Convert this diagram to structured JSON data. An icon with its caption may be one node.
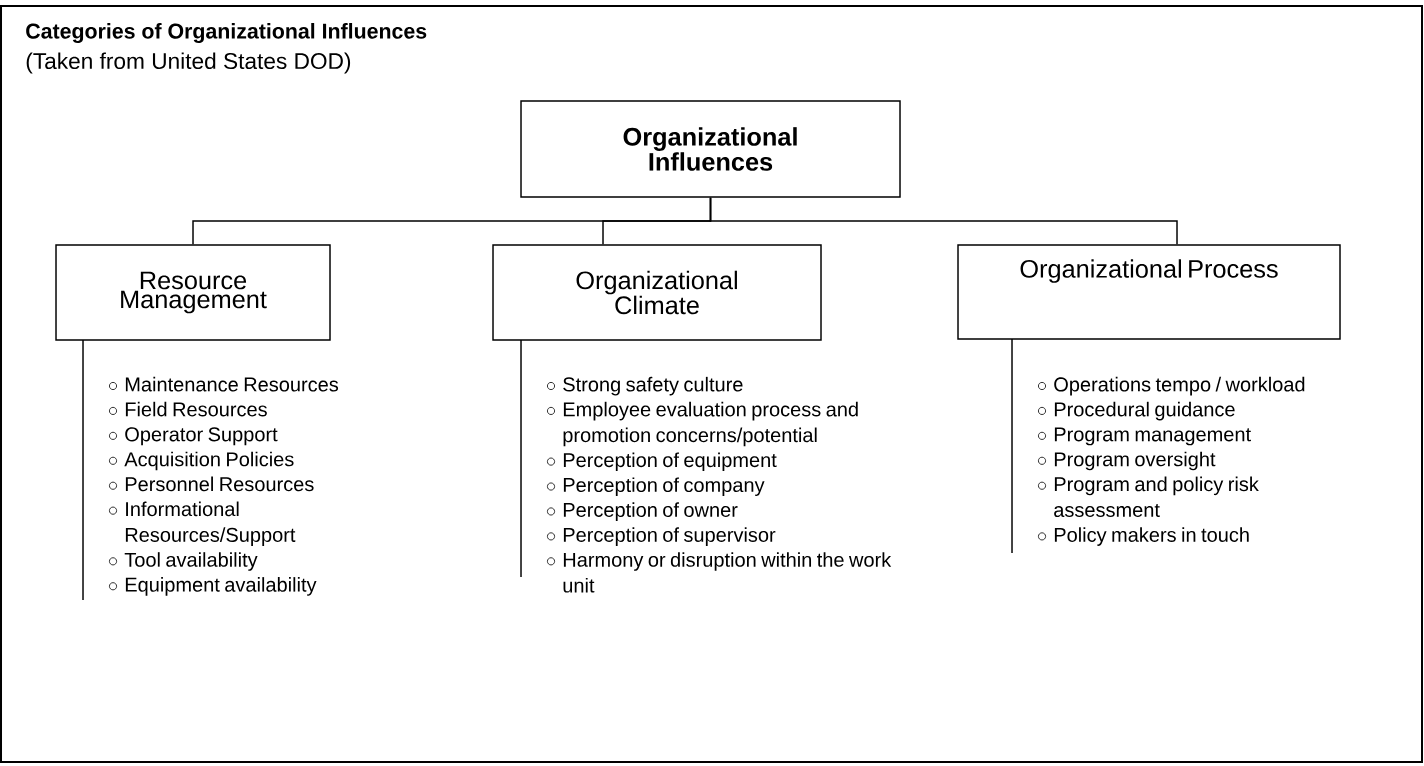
{
  "diagram": {
    "title": "Categories of Organizational Influences",
    "nodes": [
      {
        "text": [
          "Organizational Influences"
        ]
      },
      {
        "text": [
          "Resource Management"
        ],
        "beside": [
          "Maintenance Resources",
          "Field Resources",
          "Operator Support",
          "Acquisition Policies",
          "Personnel Resources",
          "Informational Resources/Support",
          "Tool availability",
          "Equipment availability"
        ]
      },
      {
        "text": [
          "Organizational Climate"
        ],
        "beside": [
          "Strong safety culture",
          "Employee evaluation process and promotion concerns/potential",
          "Perception of equipment",
          "Perception of company",
          "Perception of owner",
          "Perception of supervisor",
          "Harmony or disruption within the work unit"
        ]
      },
      {
        "text": [
          "Organizational Process"
        ],
        "beside": [
          "Operations tempo / workload",
          "Procedural guidance",
          "Program management",
          "Program oversight",
          "Program and policy risk assessment",
          "Policy makers in touch"
        ]
      }
    ],
    "edges": [
      {
        "from": 0,
        "to": 1,
        "arrow": "none"
      },
      {
        "from": 0,
        "to": 2,
        "arrow": "none"
      },
      {
        "from": 0,
        "to": 3,
        "arrow": "none"
      }
    ],
    "labels": [
      "(Taken from United States DOD)"
    ]
  }
}
